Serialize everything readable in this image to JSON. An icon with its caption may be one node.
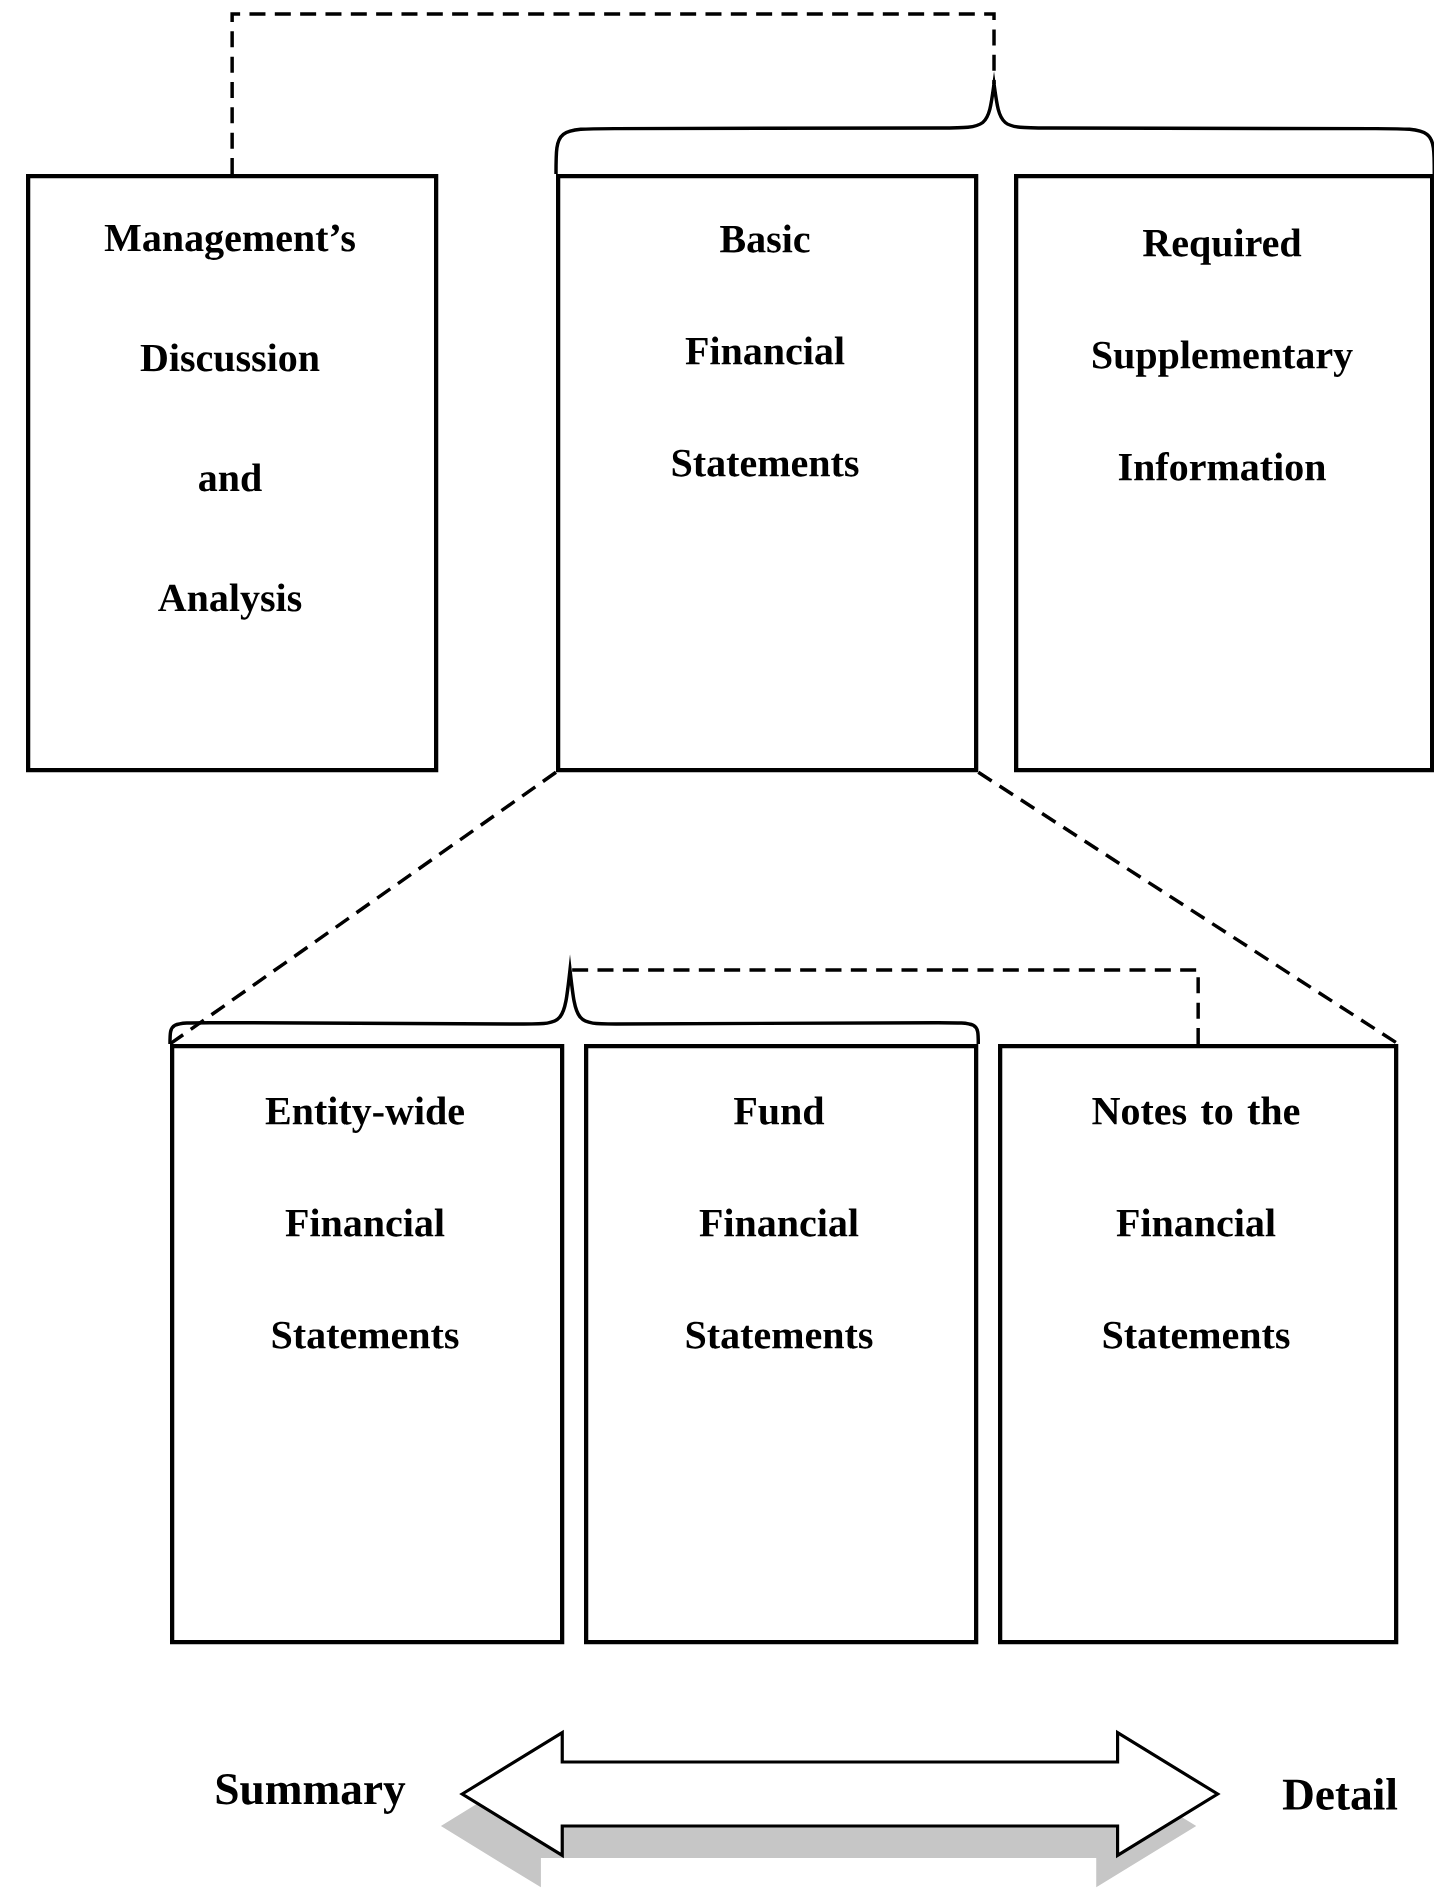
{
  "diagram": {
    "nodes": [
      {
        "text": [
          "Management’s Discussion and Analysis"
        ]
      },
      {
        "text": [
          "Basic Financial Statements"
        ]
      },
      {
        "text": [
          "Required Supplementary Information"
        ]
      },
      {
        "text": [
          "Entity-wide Financial Statements"
        ]
      },
      {
        "text": [
          "Fund Financial Statements"
        ]
      },
      {
        "text": [
          "Notes to the Financial Statements"
        ]
      },
      {
        "text": [
          "Summary"
        ]
      },
      {
        "text": [
          "Detail"
        ]
      }
    ],
    "edges": [
      {
        "from": 0,
        "to": 1,
        "arrow": "none",
        "style": "dashed"
      },
      {
        "from": 0,
        "to": 2,
        "arrow": "none",
        "style": "dashed"
      },
      {
        "from": 1,
        "to": 3,
        "arrow": "none",
        "style": "dashed"
      },
      {
        "from": 1,
        "to": 5,
        "arrow": "none",
        "style": "dashed"
      },
      {
        "from": 5,
        "to": 3,
        "arrow": "none",
        "style": "dashed"
      },
      {
        "from": 5,
        "to": 4,
        "arrow": "none",
        "style": "dashed"
      },
      {
        "from": 6,
        "to": 7,
        "arrow": "both"
      }
    ]
  }
}
